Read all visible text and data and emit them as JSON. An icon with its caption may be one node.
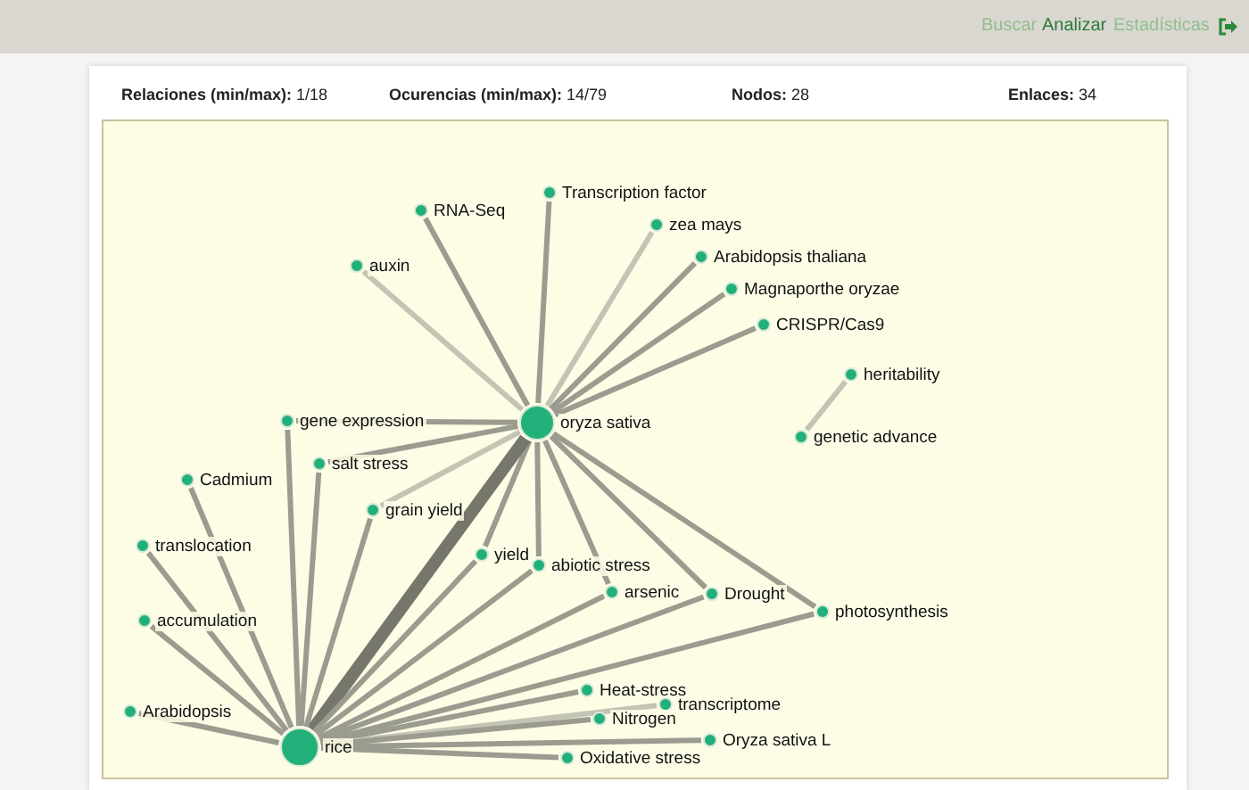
{
  "diagram": {
    "nodes": [
      {
        "text": [
          "oryza sativa"
        ]
      },
      {
        "text": [
          "rice"
        ]
      },
      {
        "text": [
          "RNA-Seq"
        ]
      },
      {
        "text": [
          "Transcription factor"
        ]
      },
      {
        "text": [
          "zea mays"
        ]
      },
      {
        "text": [
          "Arabidopsis thaliana"
        ]
      },
      {
        "text": [
          "Magnaporthe oryzae"
        ]
      },
      {
        "text": [
          "CRISPR/Cas9"
        ]
      },
      {
        "text": [
          "auxin"
        ]
      },
      {
        "text": [
          "heritability"
        ]
      },
      {
        "text": [
          "genetic advance"
        ]
      },
      {
        "text": [
          "gene expression"
        ]
      },
      {
        "text": [
          "salt stress"
        ]
      },
      {
        "text": [
          "Cadmium"
        ]
      },
      {
        "text": [
          "grain yield"
        ]
      },
      {
        "text": [
          "translocation"
        ]
      },
      {
        "text": [
          "yield"
        ]
      },
      {
        "text": [
          "abiotic stress"
        ]
      },
      {
        "text": [
          "arsenic"
        ]
      },
      {
        "text": [
          "Drought"
        ]
      },
      {
        "text": [
          "photosynthesis"
        ]
      },
      {
        "text": [
          "accumulation"
        ]
      },
      {
        "text": [
          "Arabidopsis"
        ]
      },
      {
        "text": [
          "Heat-stress"
        ]
      },
      {
        "text": [
          "transcriptome"
        ]
      },
      {
        "text": [
          "Nitrogen"
        ]
      },
      {
        "text": [
          "Oryza sativa L"
        ]
      },
      {
        "text": [
          "Oxidative stress"
        ]
      }
    ],
    "edges": [
      {
        "from": 9,
        "to": 10,
        "arrow": "none",
        "color": "#c4c4b4"
      },
      {
        "from": 0,
        "to": 2,
        "arrow": "none"
      },
      {
        "from": 0,
        "to": 3,
        "arrow": "none"
      },
      {
        "from": 0,
        "to": 4,
        "arrow": "none",
        "color": "#c4c4b4"
      },
      {
        "from": 0,
        "to": 5,
        "arrow": "none"
      },
      {
        "from": 0,
        "to": 6,
        "arrow": "none"
      },
      {
        "from": 0,
        "to": 7,
        "arrow": "none"
      },
      {
        "from": 0,
        "to": 8,
        "arrow": "none",
        "color": "#c4c4b4"
      },
      {
        "from": 0,
        "to": 11,
        "arrow": "none"
      },
      {
        "from": 0,
        "to": 12,
        "arrow": "none"
      },
      {
        "from": 0,
        "to": 14,
        "arrow": "none",
        "color": "#c4c4b4"
      },
      {
        "from": 0,
        "to": 16,
        "arrow": "none"
      },
      {
        "from": 0,
        "to": 17,
        "arrow": "none"
      },
      {
        "from": 0,
        "to": 18,
        "arrow": "none"
      },
      {
        "from": 0,
        "to": 19,
        "arrow": "none"
      },
      {
        "from": 0,
        "to": 20,
        "arrow": "none"
      },
      {
        "from": 0,
        "to": 1,
        "arrow": "none",
        "style": "thick",
        "color": "#76766c"
      },
      {
        "from": 1,
        "to": 11,
        "arrow": "none"
      },
      {
        "from": 1,
        "to": 12,
        "arrow": "none"
      },
      {
        "from": 1,
        "to": 13,
        "arrow": "none"
      },
      {
        "from": 1,
        "to": 14,
        "arrow": "none"
      },
      {
        "from": 1,
        "to": 15,
        "arrow": "none"
      },
      {
        "from": 1,
        "to": 16,
        "arrow": "none"
      },
      {
        "from": 1,
        "to": 17,
        "arrow": "none"
      },
      {
        "from": 1,
        "to": 18,
        "arrow": "none"
      },
      {
        "from": 1,
        "to": 19,
        "arrow": "none"
      },
      {
        "from": 1,
        "to": 20,
        "arrow": "none"
      },
      {
        "from": 1,
        "to": 21,
        "arrow": "none"
      },
      {
        "from": 1,
        "to": 22,
        "arrow": "none"
      },
      {
        "from": 1,
        "to": 23,
        "arrow": "none"
      },
      {
        "from": 1,
        "to": 24,
        "arrow": "none",
        "color": "#c4c4b4"
      },
      {
        "from": 1,
        "to": 25,
        "arrow": "none"
      },
      {
        "from": 1,
        "to": 26,
        "arrow": "none"
      },
      {
        "from": 1,
        "to": 27,
        "arrow": "none"
      }
    ],
    "labels": [
      "Buscar",
      "Analizar",
      "Estadísticas",
      "**Relaciones (min/max):** 1/18",
      "**Ocurencias (min/max):** 14/79",
      "**Nodos:** 28",
      "**Enlaces:** 34"
    ]
  }
}
